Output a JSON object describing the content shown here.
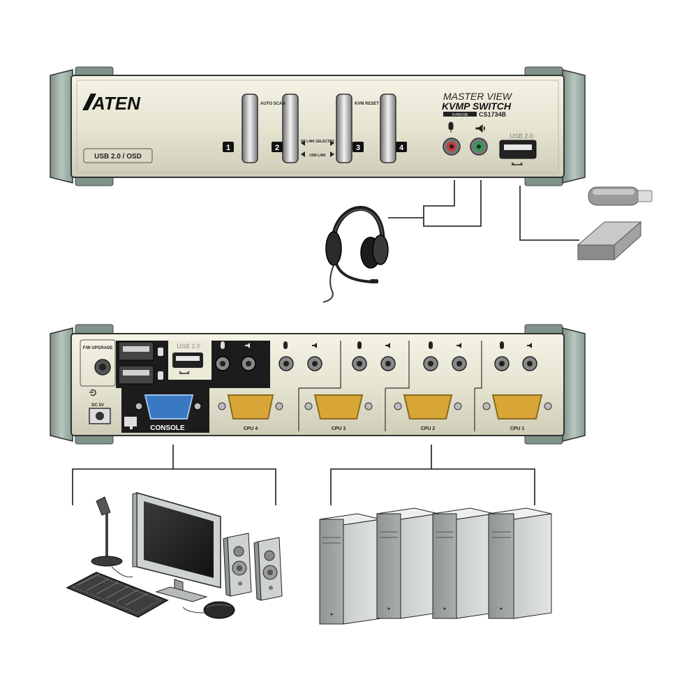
{
  "front_panel": {
    "brand": "ATEN",
    "product_line1": "MASTER VIEW",
    "product_line2": "KVMP SWITCH",
    "product_tag": "KVM/USB",
    "model": "CS1734B",
    "usb_osd_label": "USB 2.0 / OSD",
    "auto_scan_label": "AUTO SCAN",
    "kvm_reset_label": "KVM RESET",
    "pc_link_label": "PC LINK SELECTED",
    "usb_link_label": "USB LINK",
    "port_buttons": [
      "1",
      "2",
      "3",
      "4"
    ],
    "usb_port_label": "USB 2.0"
  },
  "rear_panel": {
    "fw_upgrade_label": "F/W UPGRADE",
    "dc_label": "DC 5V",
    "usb_port_label": "USB 2.0",
    "console_label": "CONSOLE",
    "cpu_ports": [
      "CPU 4",
      "CPU 3",
      "CPU 2",
      "CPU 1"
    ]
  },
  "colors": {
    "panel": "#ecebd9",
    "bracket": "#9fb0a6",
    "console_vga": "#3a78c2",
    "cpu_vga": "#d8a637",
    "dark_block": "#1c1c1c",
    "mic_jack": "#c43a3a",
    "speaker_jack": "#2e9c54"
  },
  "peripherals": {
    "front": [
      "headset",
      "usb-flash-drive",
      "external-hard-drive"
    ],
    "console_group": [
      "microphone",
      "monitor",
      "speakers",
      "keyboard",
      "mouse"
    ],
    "computers": [
      "server-tower-1",
      "server-tower-2",
      "server-tower-3",
      "server-tower-4"
    ]
  }
}
